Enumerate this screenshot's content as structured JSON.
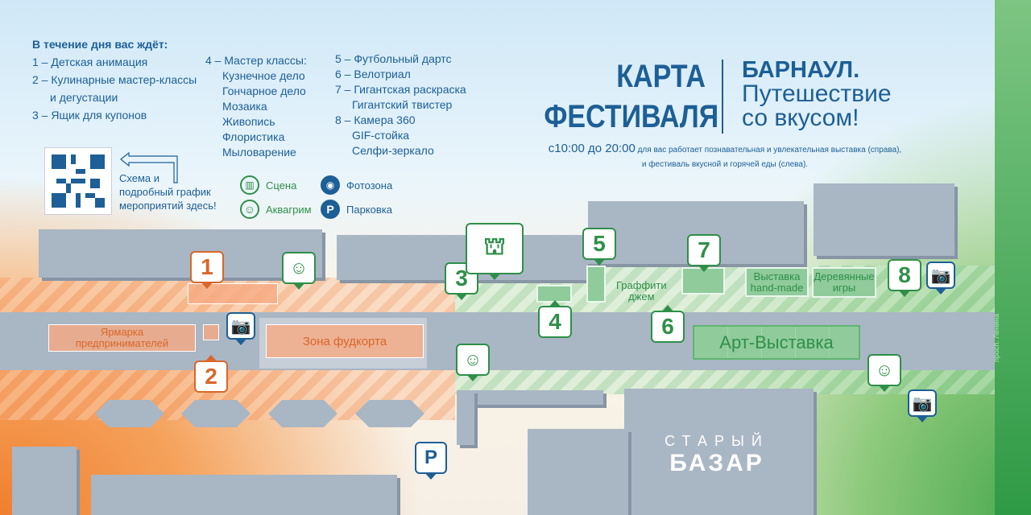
{
  "program": {
    "heading": "В течение дня вас ждёт:",
    "col1": [
      "1 – Детская анимация",
      "2 – Кулинарные мастер-классы",
      "и дегустации",
      "3 – Ящик для купонов"
    ],
    "col2": [
      "4 – Мастер классы:",
      "Кузнечное дело",
      "Гончарное дело",
      "Мозаика",
      "Живопись",
      "Флористика",
      "Мыловарение"
    ],
    "col3": [
      "5 – Футбольный дартс",
      "6 – Велотриал",
      "7 – Гигантская раскраска",
      "Гигантский твистер",
      "8 – Камера 360",
      "GIF-стойка",
      "Селфи-зеркало"
    ]
  },
  "qr": {
    "caption": [
      "Схема и",
      "подробный график",
      "мероприятий здесь!"
    ]
  },
  "legend": [
    {
      "icon": "stage-icon",
      "label": "Сцена"
    },
    {
      "icon": "face-paint-icon",
      "label": "Аквагрим"
    },
    {
      "icon": "camera-icon",
      "label": "Фотозона"
    },
    {
      "icon": "parking-icon",
      "label": "Парковка",
      "glyph": "P"
    }
  ],
  "title": {
    "line1": "КАРТА",
    "line2": "ФЕСТИВАЛЯ",
    "brand": "БАРНАУЛ.",
    "slogan1": "Путешествие",
    "slogan2": "со вкусом!",
    "hours": "с10:00 до 20:00",
    "desc1": "для вас работает познавательная и увлекательная выставка (справа),",
    "desc2": "и фестиваль вкусной и горячей еды (слева)."
  },
  "map": {
    "markers": [
      "1",
      "2",
      "3",
      "4",
      "5",
      "6",
      "7",
      "8"
    ],
    "fair": [
      "Ярмарка",
      "предпринимателей"
    ],
    "foodcourt": "Зона фудкорта",
    "graffiti": [
      "Граффити",
      "джем"
    ],
    "handmade": [
      "Выставка",
      "hand-made"
    ],
    "wood": [
      "Деревянные",
      "игры"
    ],
    "art": "Арт-Выставка",
    "street": "просп. Ленина",
    "bazaar1": "СТАРЫЙ",
    "bazaar2": "БАЗАР",
    "parking": "P"
  },
  "colors": {
    "blue": "#1d5f96",
    "green": "#2f8f4a",
    "orange": "#d9662a",
    "road": "#a9b6c4"
  }
}
